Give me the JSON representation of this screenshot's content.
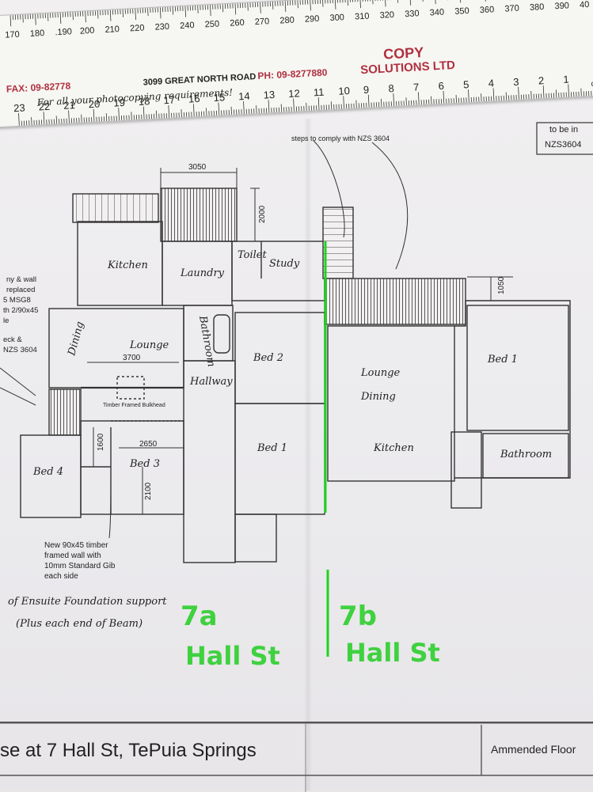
{
  "ruler": {
    "mm_ticks": [
      "170",
      "180",
      ".190",
      "200",
      "210",
      "220",
      "230",
      "240",
      "250",
      "260",
      "270",
      "280",
      "290",
      "300",
      "310",
      "320",
      "330",
      "340",
      "350",
      "360",
      "370",
      "380",
      "390",
      "40"
    ],
    "company": "COPY",
    "company_line2": "SOLUTIONS LTD",
    "phone": "PH: 09-8277880",
    "address": "3099 GREAT NORTH ROAD",
    "fax": "FAX: 09-82778",
    "slogan": "For all your photocopying requirements!",
    "cm_ticks": [
      "23",
      "22",
      "21",
      "20",
      "19",
      "18",
      "17",
      "16",
      "15",
      "14",
      "13",
      "12",
      "11",
      "10",
      "9",
      "8",
      "7",
      "6",
      "5",
      "4",
      "3",
      "2",
      "1"
    ],
    "unit": "cm"
  },
  "top_right_box": {
    "line1": "to be in",
    "line2": "NZS3604"
  },
  "annotations": {
    "steps_note": "steps to comply with NZS 3604",
    "left_note_1": "ny & wall",
    "left_note_2": "replaced",
    "left_note_3": "5 MSG8",
    "left_note_4": "th 2/90x45",
    "left_note_5": "le",
    "left_note_6": "eck &",
    "left_note_7": "NZS 3604",
    "wall_note_1": "New 90x45 timber",
    "wall_note_2": "framed wall with",
    "wall_note_3": "10mm Standard Gib",
    "wall_note_4": "each side",
    "bulkhead": "Timber Framed Bulkhead",
    "ensuite_1": "of Ensuite Foundation support",
    "ensuite_2": "(Plus each end of Beam)"
  },
  "dimensions": {
    "d3050": "3050",
    "d2000": "2000",
    "d3700": "3700",
    "d1050": "1050",
    "d1600": "1600",
    "d2650": "2650",
    "d2100": "2100"
  },
  "rooms_7a": {
    "kitchen": "Kitchen",
    "laundry": "Laundry",
    "toilet": "Toilet",
    "study": "Study",
    "dining": "Dining",
    "lounge": "Lounge",
    "bathroom": "Bathroom",
    "hallway": "Hallway",
    "bed2": "Bed 2",
    "bed1": "Bed 1",
    "bed3": "Bed 3",
    "bed4": "Bed 4"
  },
  "rooms_7b": {
    "lounge": "Lounge",
    "dining": "Dining",
    "kitchen": "Kitchen",
    "bed1": "Bed 1",
    "bathroom": "Bathroom"
  },
  "labels": {
    "a_num": "7a",
    "a_street": "Hall St",
    "b_num": "7b",
    "b_street": "Hall St"
  },
  "title_block": {
    "title": "se at 7 Hall St, TePuia Springs",
    "subtitle": "Ammended Floor"
  }
}
